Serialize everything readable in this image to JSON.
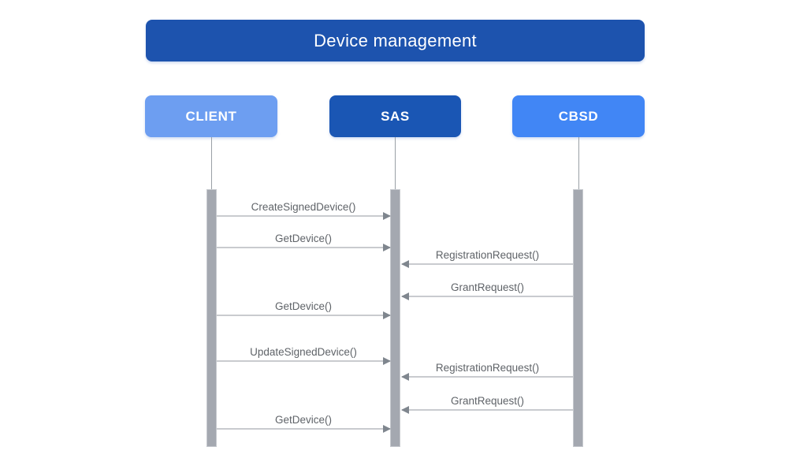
{
  "diagram": {
    "type": "sequence-diagram",
    "title": "Device management"
  },
  "actors": [
    {
      "label": "CLIENT",
      "color": "#6D9EF1"
    },
    {
      "label": "SAS",
      "color": "#1A56B4"
    },
    {
      "label": "CBSD",
      "color": "#4186F5"
    }
  ],
  "messages": [
    {
      "label": "CreateSignedDevice()",
      "from": "CLIENT",
      "to": "SAS",
      "direction": "right"
    },
    {
      "label": "GetDevice()",
      "from": "CLIENT",
      "to": "SAS",
      "direction": "right"
    },
    {
      "label": "RegistrationRequest()",
      "from": "CBSD",
      "to": "SAS",
      "direction": "left"
    },
    {
      "label": "GrantRequest()",
      "from": "CBSD",
      "to": "SAS",
      "direction": "left"
    },
    {
      "label": "GetDevice()",
      "from": "CLIENT",
      "to": "SAS",
      "direction": "right"
    },
    {
      "label": "UpdateSignedDevice()",
      "from": "CLIENT",
      "to": "SAS",
      "direction": "right"
    },
    {
      "label": "RegistrationRequest()",
      "from": "CBSD",
      "to": "SAS",
      "direction": "left"
    },
    {
      "label": "GrantRequest()",
      "from": "CBSD",
      "to": "SAS",
      "direction": "left"
    },
    {
      "label": "GetDevice()",
      "from": "CLIENT",
      "to": "SAS",
      "direction": "right"
    }
  ],
  "colors": {
    "title_bg": "#1D53AE",
    "client_bg": "#6D9EF1",
    "sas_bg": "#1A56B4",
    "cbsd_bg": "#4186F5",
    "lifeline": "#9AA0A6",
    "activation_bar": "#A4A8B0",
    "arrow_line": "#C9CBCF",
    "arrow_head": "#7F868E",
    "message_text": "#5F6368",
    "background": "#FFFFFF"
  }
}
